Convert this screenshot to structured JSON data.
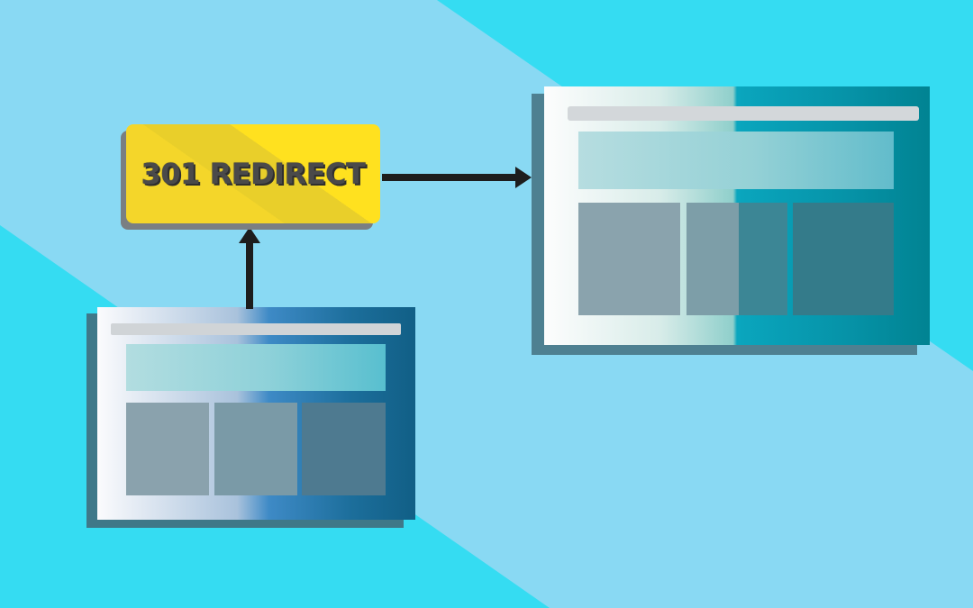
{
  "redirect": {
    "label": "301 REDIRECT"
  },
  "colors": {
    "background_light": "#89d9f3",
    "background_band": "#35dcf2",
    "label_yellow": "#f4d62a",
    "arrow": "#1d1d1d"
  },
  "diagram": {
    "nodes": [
      {
        "id": "source-page",
        "kind": "webpage"
      },
      {
        "id": "redirect",
        "kind": "label"
      },
      {
        "id": "destination-page",
        "kind": "webpage"
      }
    ],
    "edges": [
      {
        "from": "source-page",
        "to": "redirect"
      },
      {
        "from": "redirect",
        "to": "destination-page"
      }
    ]
  }
}
